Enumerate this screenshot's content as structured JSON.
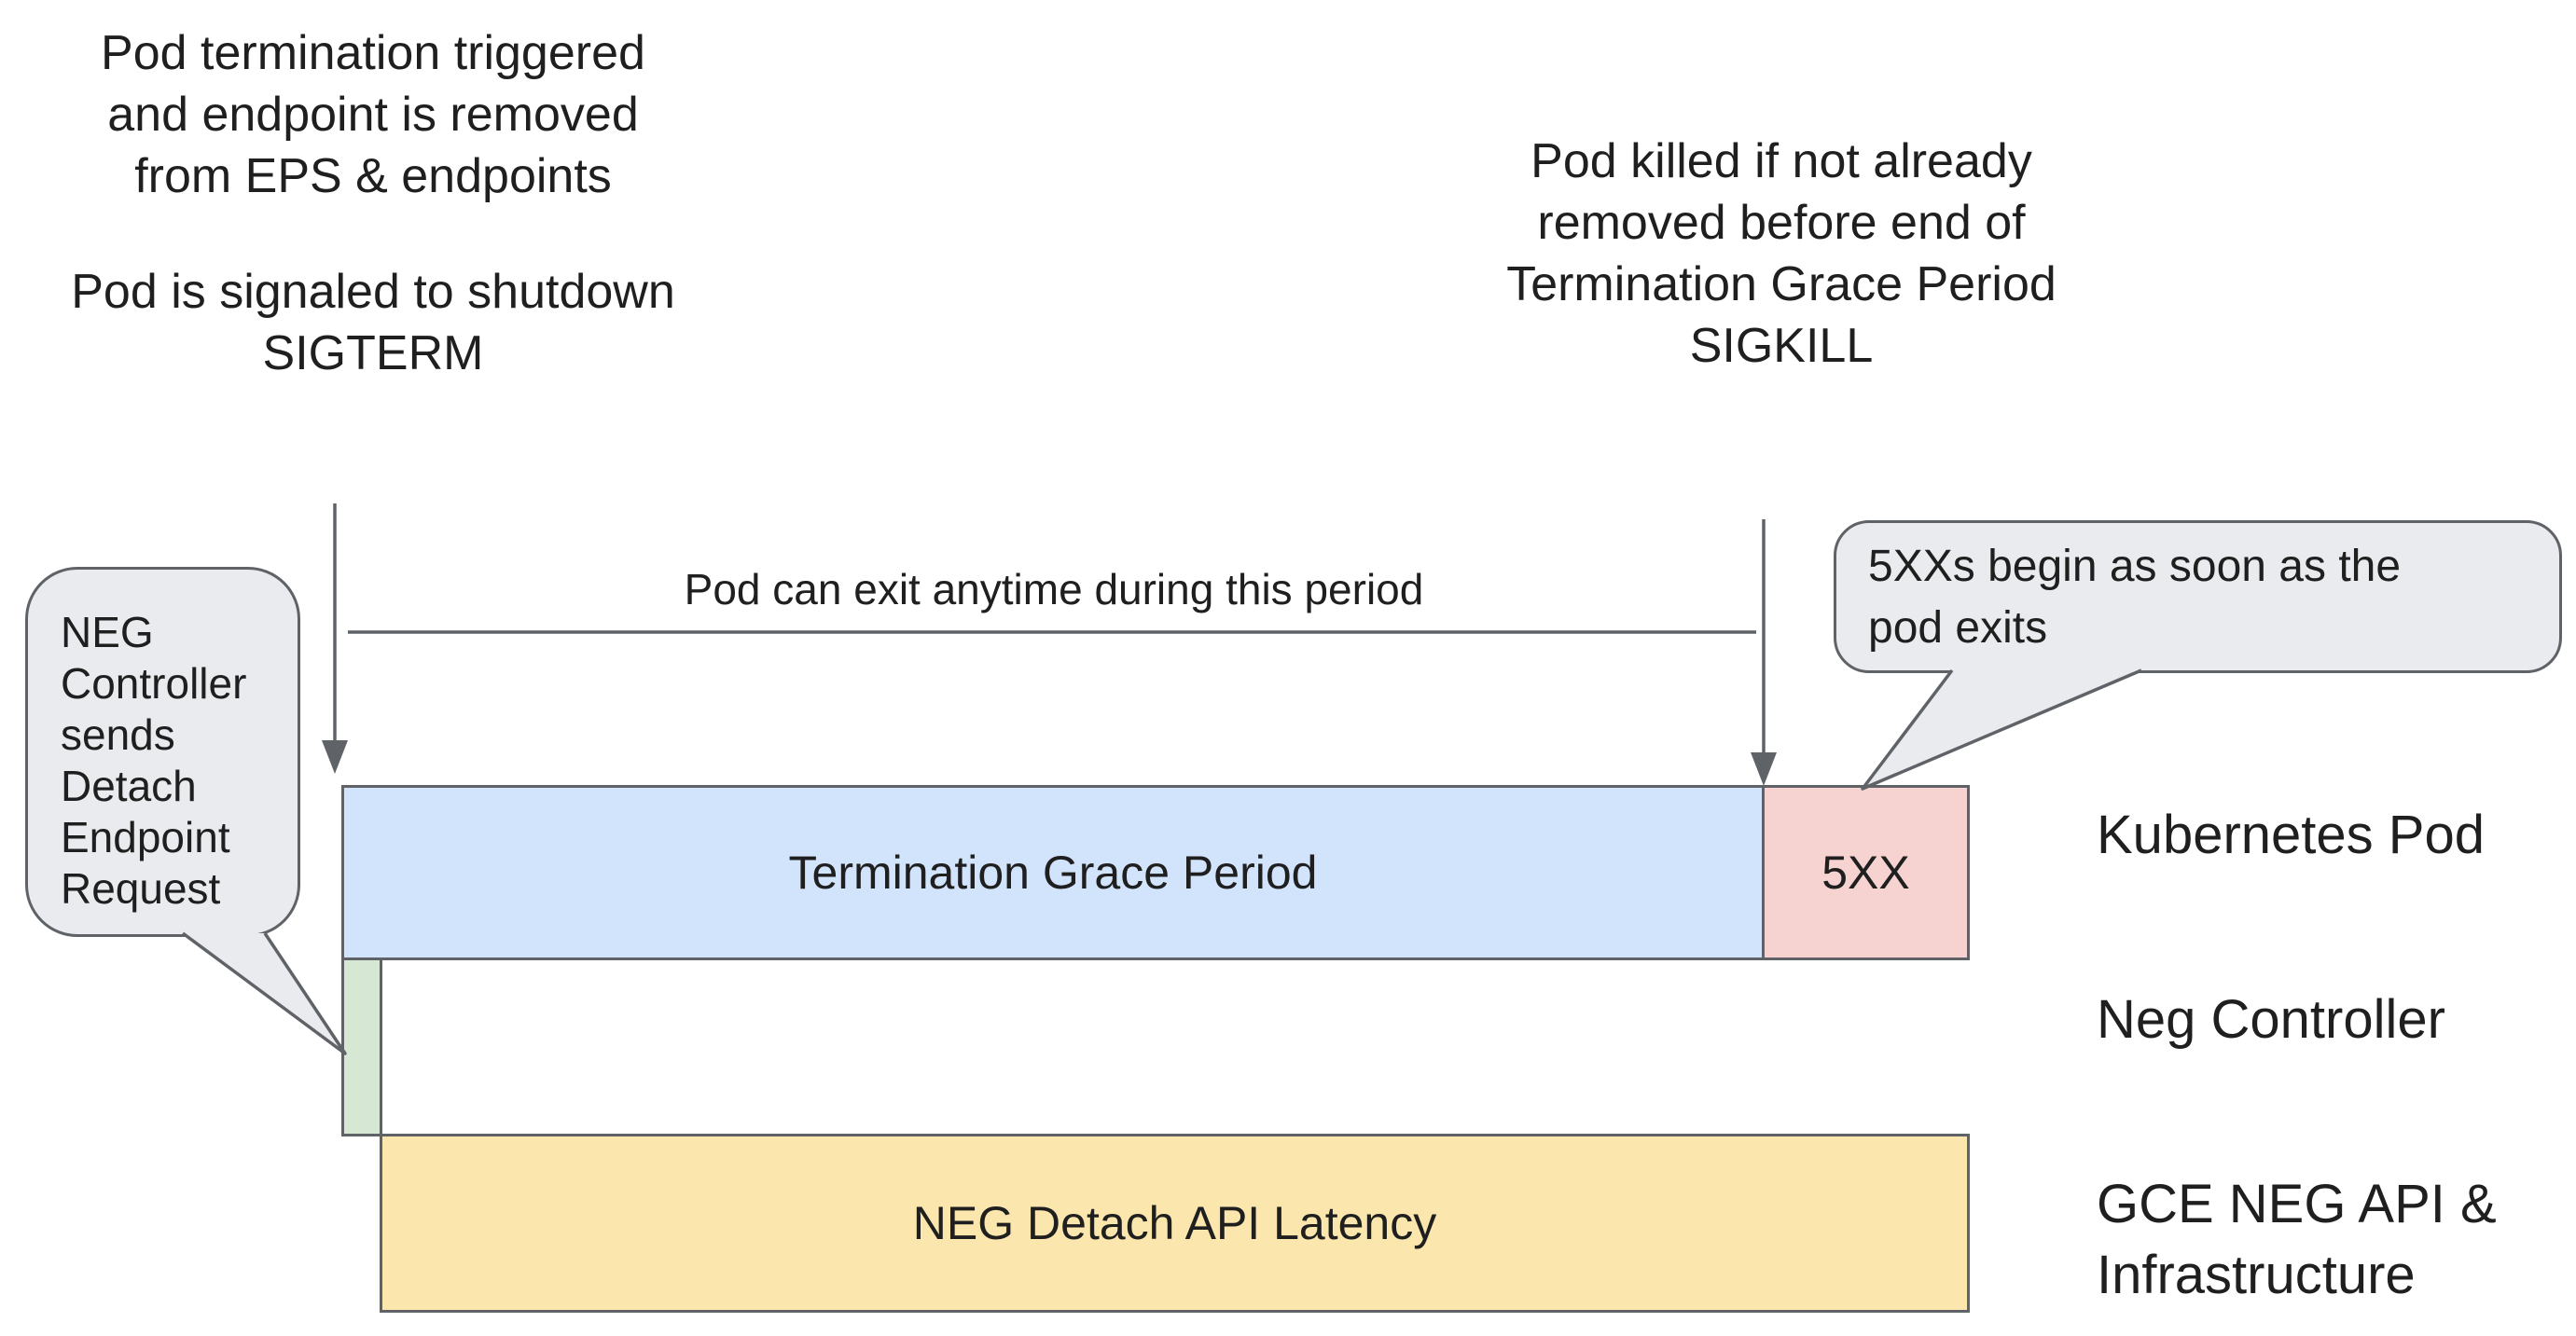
{
  "colors": {
    "background": "#ffffff",
    "stroke_gray": "#5f6368",
    "callout_fill": "#e9ebee",
    "bar_blue": "#d2e3fc",
    "bar_pink": "#f6d2d0",
    "bar_green": "#d6e8d4",
    "bar_yellow": "#fbe7ad",
    "text": "#1f1f1f"
  },
  "annotations": {
    "top_left": {
      "para1": [
        "Pod termination triggered",
        "and endpoint is removed",
        "from EPS & endpoints"
      ],
      "para2": [
        "Pod is signaled to shutdown",
        "SIGTERM"
      ]
    },
    "top_right": {
      "lines": [
        "Pod killed if not already",
        "removed before end of",
        "Termination Grace Period",
        "SIGKILL"
      ]
    },
    "timeline_caption": "Pod can exit anytime during this period"
  },
  "callouts": {
    "neg_controller": {
      "lines": [
        "NEG",
        "Controller",
        "sends",
        "Detach",
        "Endpoint",
        "Request"
      ]
    },
    "pod_exit_5xx": {
      "lines": [
        "5XXs begin as soon as the",
        "pod exits"
      ]
    }
  },
  "bars": {
    "termination_grace_period": {
      "label": "Termination Grace Period",
      "color": "#d2e3fc"
    },
    "five_xx": {
      "label": "5XX",
      "color": "#f6d2d0"
    },
    "neg_detach_request": {
      "label": "",
      "color": "#d6e8d4"
    },
    "neg_detach_api_latency": {
      "label": "NEG Detach API Latency",
      "color": "#fbe7ad"
    }
  },
  "lanes": {
    "kubernetes_pod": "Kubernetes Pod",
    "neg_controller": "Neg Controller",
    "gce_line1": "GCE NEG API &",
    "gce_line2": "Infrastructure"
  }
}
